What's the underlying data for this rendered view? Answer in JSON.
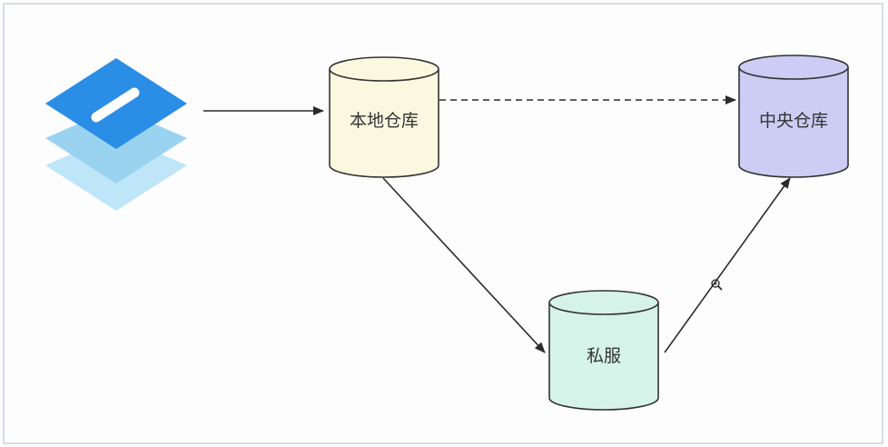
{
  "diagram": {
    "nodes": {
      "local_repo": {
        "label": "本地仓库",
        "fill": "#fbf8e0"
      },
      "central_repo": {
        "label": "中央仓库",
        "fill": "#ccccf4"
      },
      "private_server": {
        "label": "私服",
        "fill": "#d6f3ea"
      }
    },
    "icon": {
      "name": "maven-stack-icon",
      "top_color": "#2a8de6",
      "mid_color": "#9ad3f0",
      "bottom_color": "#bfe6f8"
    },
    "edges": [
      {
        "from": "maven-stack-icon",
        "to": "local_repo",
        "style": "solid"
      },
      {
        "from": "local_repo",
        "to": "central_repo",
        "style": "dashed"
      },
      {
        "from": "local_repo",
        "to": "private_server",
        "style": "solid"
      },
      {
        "from": "private_server",
        "to": "central_repo",
        "style": "solid"
      }
    ]
  }
}
